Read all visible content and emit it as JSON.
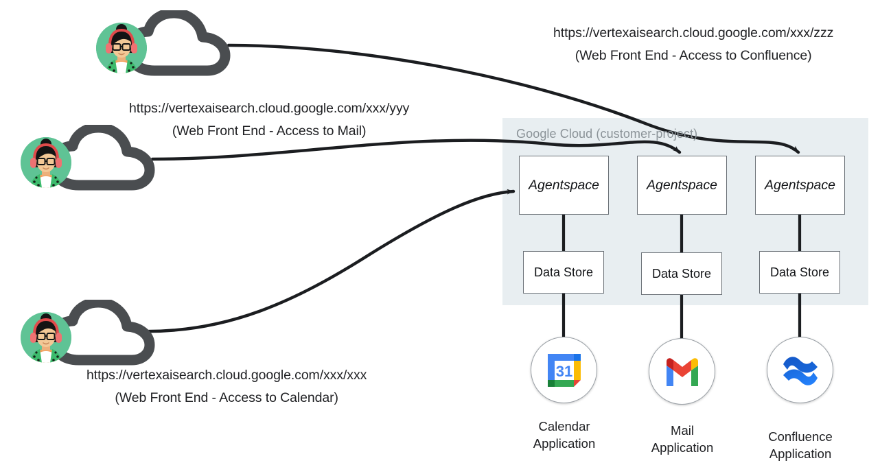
{
  "diagram": {
    "title": "Agentspace multi-datastore access architecture",
    "container": {
      "label": "Google Cloud (customer-project)",
      "fill": "#e8eef1",
      "label_color": "#8b9398"
    },
    "actors": [
      {
        "id": "confluence-user",
        "icon": "user-cloud-icon",
        "url": "https://vertexaisearch.cloud.google.com/xxx/zzz",
        "description": "(Web Front End - Access to Confluence)"
      },
      {
        "id": "mail-user",
        "icon": "user-cloud-icon",
        "url": "https://vertexaisearch.cloud.google.com/xxx/yyy",
        "description": "(Web Front End - Access to Mail)"
      },
      {
        "id": "calendar-user",
        "icon": "user-cloud-icon",
        "url": "https://vertexaisearch.cloud.google.com/xxx/xxx",
        "description": "(Web Front End - Access to Calendar)"
      }
    ],
    "columns": [
      {
        "id": "calendar",
        "agentspace": "Agentspace",
        "datastore": "Data Store",
        "app_icon": "google-calendar-icon",
        "app_label_line1": "Calendar",
        "app_label_line2": "Application"
      },
      {
        "id": "mail",
        "agentspace": "Agentspace",
        "datastore": "Data Store",
        "app_icon": "gmail-icon",
        "app_label_line1": "Mail",
        "app_label_line2": "Application"
      },
      {
        "id": "confluence",
        "agentspace": "Agentspace",
        "datastore": "Data Store",
        "app_icon": "confluence-icon",
        "app_label_line1": "Confluence",
        "app_label_line2": "Application"
      }
    ],
    "colors": {
      "connector": "#1b1d20",
      "box_border": "#6b7177",
      "avatar_bg": "#5fc395",
      "cloud": "#4a4d50",
      "calendar_blue": "#4285f4",
      "calendar_yellow": "#fbbc04",
      "calendar_green": "#34a853",
      "calendar_red": "#ea4335",
      "gmail_red": "#ea4335",
      "gmail_blue": "#4285f4",
      "gmail_green": "#34a853",
      "gmail_yellow": "#fbbc04",
      "confluence_blue": "#1868db",
      "confluence_light_blue": "#2684ff"
    }
  }
}
